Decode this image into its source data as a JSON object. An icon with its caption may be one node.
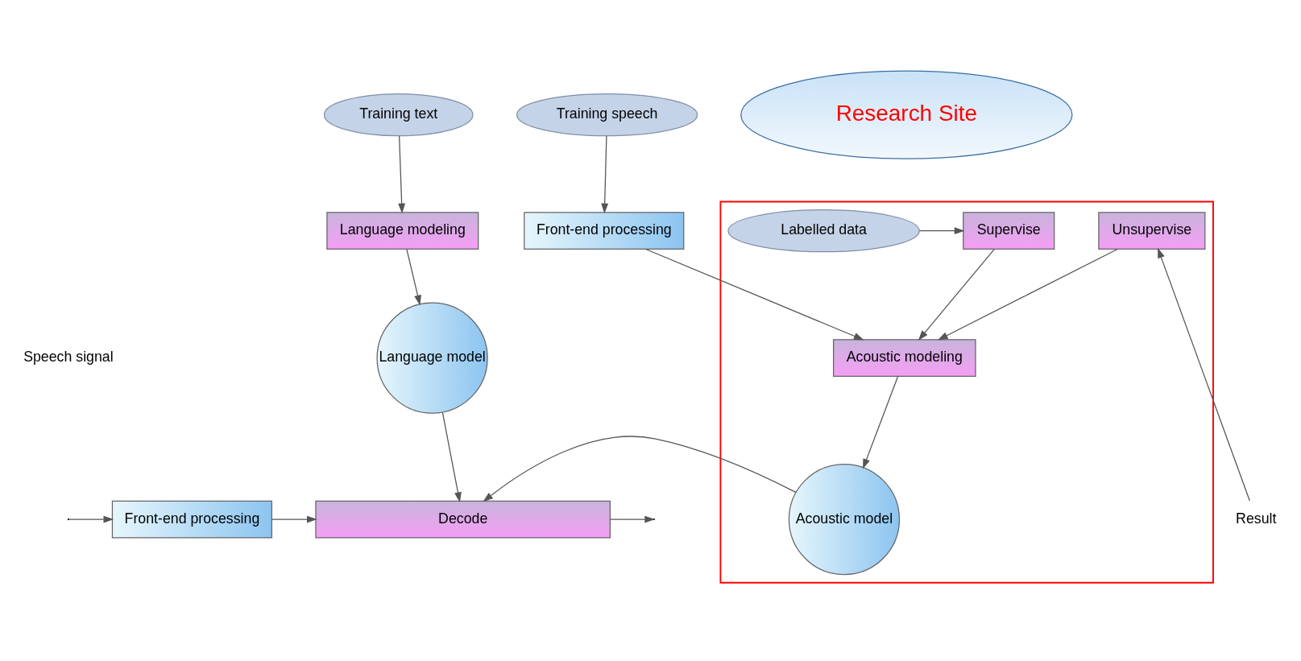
{
  "diagram": {
    "nodes": [
      {
        "text": [
          "Training text"
        ]
      },
      {
        "text": [
          "Training speech"
        ]
      },
      {
        "text": [
          "Research Site"
        ]
      },
      {
        "text": [
          "Front-end processing"
        ]
      },
      {
        "text": [],
        "shape": "box"
      },
      {
        "text": [
          "Language modeling"
        ]
      },
      {
        "text": [
          "Acoustic modeling"
        ],
        "in": 4
      },
      {
        "text": [
          "Supervise"
        ],
        "in": 4
      },
      {
        "text": [
          "Labelled data"
        ],
        "in": 4
      },
      {
        "text": [
          "Unsupervise"
        ],
        "in": 4
      },
      {
        "text": [
          "Language model"
        ]
      },
      {
        "text": [
          "Acoustic model"
        ],
        "in": 4
      },
      {
        "text": [
          "Front-end processing"
        ]
      },
      {
        "text": [
          "Decode"
        ]
      },
      {
        "text": [
          "Result"
        ]
      }
    ],
    "edges": [
      {
        "from": 0,
        "to": 5,
        "arrow": "to"
      },
      {
        "from": 5,
        "to": 10,
        "arrow": "to"
      },
      {
        "from": 1,
        "to": 3,
        "arrow": "to"
      },
      {
        "from": 3,
        "to": 6,
        "arrow": "to"
      },
      {
        "from": 6,
        "to": 11,
        "arrow": "to"
      },
      {
        "from": 8,
        "to": 7,
        "arrow": "to"
      },
      {
        "from": 7,
        "to": 6,
        "arrow": "to"
      },
      {
        "from": 9,
        "to": 6,
        "arrow": "to"
      },
      {
        "from": 10,
        "to": 13,
        "arrow": "to"
      },
      {
        "from": 11,
        "to": 13,
        "arrow": "to"
      },
      {
        "from": null,
        "to": 12,
        "arrow": "to"
      },
      {
        "from": 12,
        "to": 13,
        "arrow": "to"
      },
      {
        "from": 13,
        "to": null,
        "arrow": "to"
      },
      {
        "from": 14,
        "to": 9,
        "arrow": "to"
      }
    ],
    "labels": [
      "Speech signal"
    ]
  }
}
